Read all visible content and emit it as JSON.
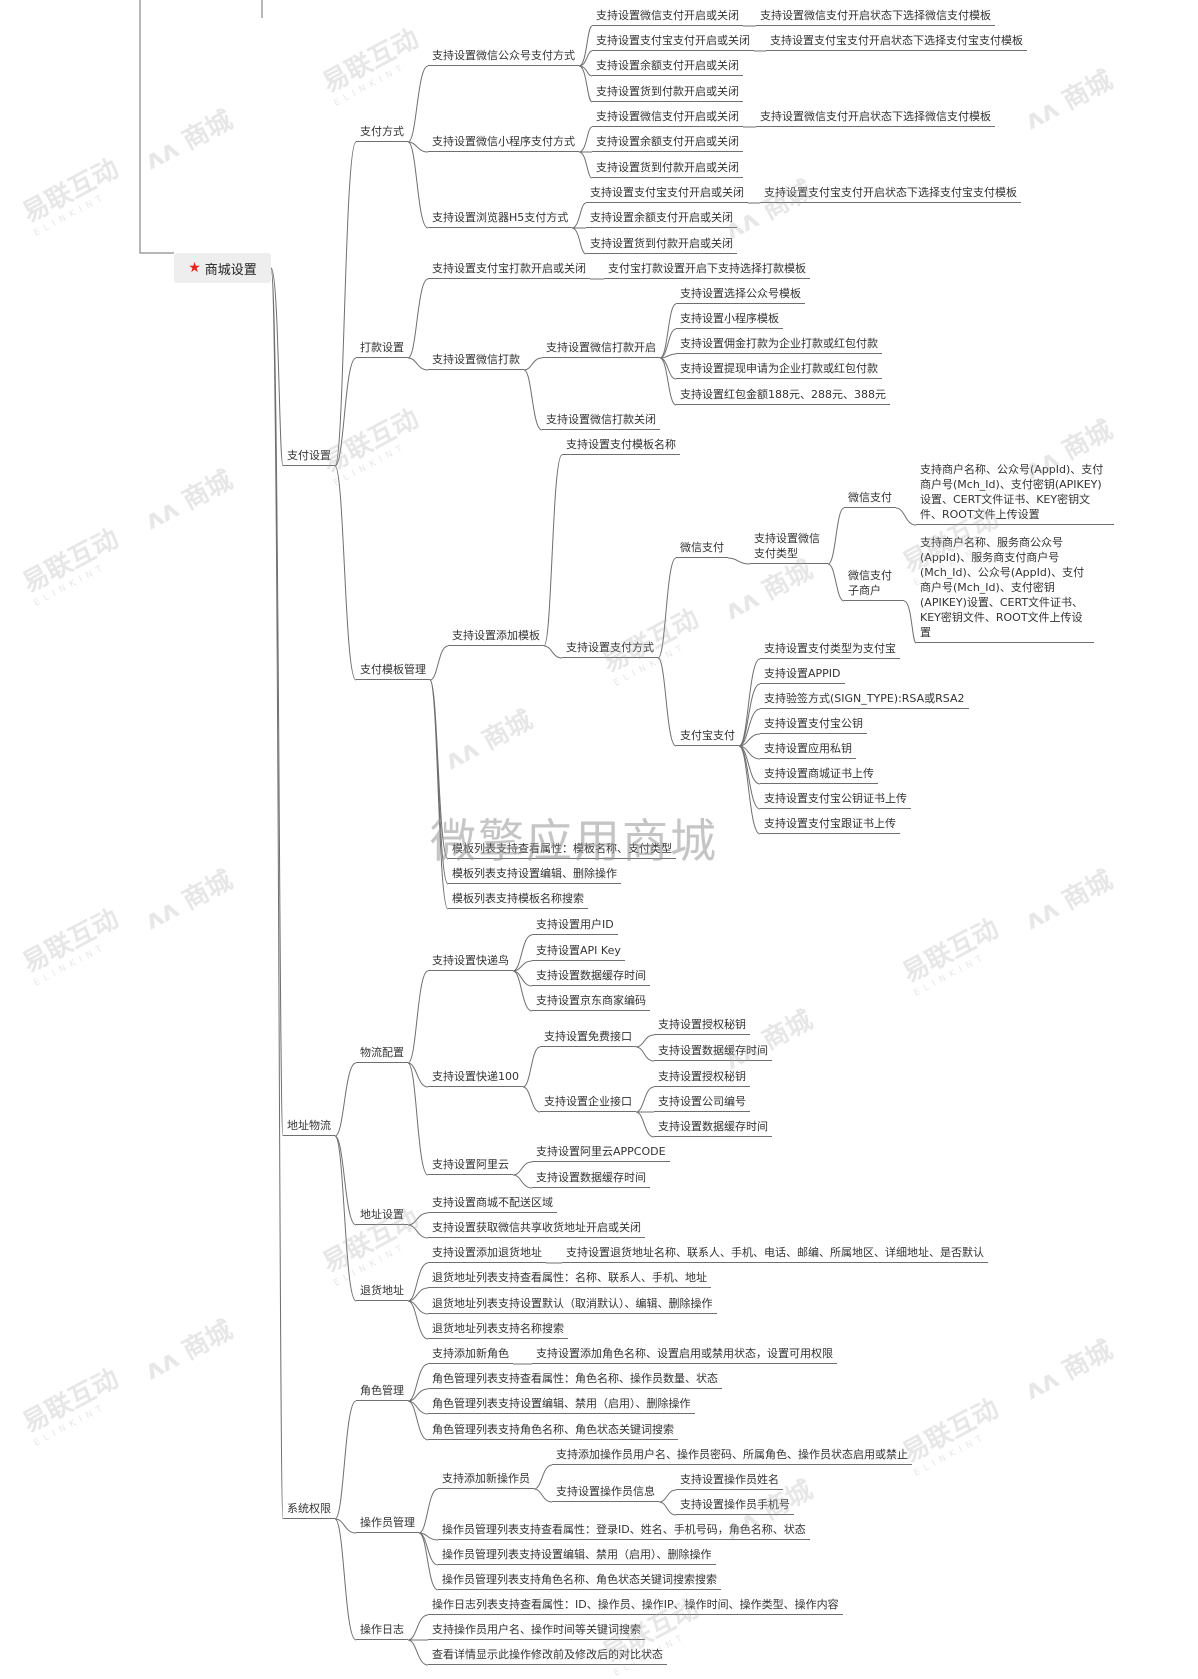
{
  "root": {
    "label": "商城设置",
    "icon": "star-icon"
  },
  "watermark": {
    "title": "微擎应用商城",
    "brand1": "易联互动",
    "brand1_sub": "ELINKINT",
    "brand2": "商城"
  },
  "nodes": {
    "n_pay_settings": "支付设置",
    "n_pay_methods": "支付方式",
    "n_wx_mp": "支持设置微信公众号支付方式",
    "n_wx_mp_wechat": "支持设置微信支付开启或关闭",
    "n_wx_mp_wechat_tpl": "支持设置微信支付开启状态下选择微信支付模板",
    "n_wx_mp_alipay": "支持设置支付宝支付开启或关闭",
    "n_wx_mp_alipay_tpl": "支持设置支付宝支付开启状态下选择支付宝支付模板",
    "n_wx_mp_balance": "支持设置余额支付开启或关闭",
    "n_wx_mp_cod": "支持设置货到付款开启或关闭",
    "n_wx_mini": "支持设置微信小程序支付方式",
    "n_wx_mini_wechat": "支持设置微信支付开启或关闭",
    "n_wx_mini_wechat_tpl": "支持设置微信支付开启状态下选择微信支付模板",
    "n_wx_mini_balance": "支持设置余额支付开启或关闭",
    "n_wx_mini_cod": "支持设置货到付款开启或关闭",
    "n_h5": "支持设置浏览器H5支付方式",
    "n_h5_alipay": "支持设置支付宝支付开启或关闭",
    "n_h5_alipay_tpl": "支持设置支付宝支付开启状态下选择支付宝支付模板",
    "n_h5_balance": "支持设置余额支付开启或关闭",
    "n_h5_cod": "支持设置货到付款开启或关闭",
    "n_payout": "打款设置",
    "n_payout_alipay": "支持设置支付宝打款开启或关闭",
    "n_payout_alipay_tpl": "支付宝打款设置开启下支持选择打款模板",
    "n_payout_wx": "支持设置微信打款",
    "n_payout_wx_on": "支持设置微信打款开启",
    "n_payout_wx_mp_tpl": "支持设置选择公众号模板",
    "n_payout_wx_mini_tpl": "支持设置小程序模板",
    "n_payout_wx_comm": "支持设置佣金打款为企业打款或红包付款",
    "n_payout_wx_withdraw": "支持设置提现申请为企业打款或红包付款",
    "n_payout_wx_redpack": "支持设置红包金额188元、288元、388元",
    "n_payout_wx_off": "支持设置微信打款关闭",
    "n_tpl_mgmt": "支付模板管理",
    "n_tpl_name": "支持设置支付模板名称",
    "n_tpl_add": "支持设置添加模板",
    "n_tpl_method": "支持设置支付方式",
    "n_tpl_wxpay": "微信支付",
    "n_tpl_wx_type": "支持设置微信支付类型",
    "n_tpl_wx_normal": "微信支付",
    "n_tpl_wx_normal_desc": "支持商户名称、公众号(AppId)、支付商户号(Mch_Id)、支付密钥(APIKEY)设置、CERT文件证书、KEY密钥文件、ROOT文件上传设置",
    "n_tpl_wx_sub": "微信支付子商户",
    "n_tpl_wx_sub_desc": "支持商户名称、服务商公众号(AppId)、服务商支付商户号(Mch_Id)、公众号(AppId)、支付商户号(Mch_Id)、支付密钥(APIKEY)设置、CERT文件证书、KEY密钥文件、ROOT文件上传设置",
    "n_tpl_alipay": "支付宝支付",
    "n_tpl_ali_type": "支持设置支付类型为支付宝",
    "n_tpl_ali_appid": "支持设置APPID",
    "n_tpl_ali_sign": "支持验签方式(SIGN_TYPE):RSA或RSA2",
    "n_tpl_ali_pub": "支持设置支付宝公钥",
    "n_tpl_ali_priv": "支持设置应用私钥",
    "n_tpl_ali_cert": "支持设置商城证书上传",
    "n_tpl_ali_pubcert": "支持设置支付宝公钥证书上传",
    "n_tpl_ali_rootcert": "支持设置支付宝跟证书上传",
    "n_tpl_list_view": "模板列表支持查看属性：模板名称、支付类型",
    "n_tpl_list_edit": "模板列表支持设置编辑、删除操作",
    "n_tpl_list_search": "模板列表支持模板名称搜索",
    "n_addr": "地址物流",
    "n_logistics": "物流配置",
    "n_kdn": "支持设置快递鸟",
    "n_kdn_uid": "支持设置用户ID",
    "n_kdn_key": "支持设置API Key",
    "n_kdn_cache": "支持设置数据缓存时间",
    "n_kdn_jd": "支持设置京东商家编码",
    "n_k100": "支持设置快递100",
    "n_k100_free": "支持设置免费接口",
    "n_k100_free_key": "支持设置授权秘钥",
    "n_k100_free_cache": "支持设置数据缓存时间",
    "n_k100_ent": "支持设置企业接口",
    "n_k100_ent_key": "支持设置授权秘钥",
    "n_k100_ent_code": "支持设置公司编号",
    "n_k100_ent_cache": "支持设置数据缓存时间",
    "n_aliyun": "支持设置阿里云",
    "n_aliyun_code": "支持设置阿里云APPCODE",
    "n_aliyun_cache": "支持设置数据缓存时间",
    "n_addr_settings": "地址设置",
    "n_addr_nodelivery": "支持设置商城不配送区域",
    "n_addr_wxshare": "支持设置获取微信共享收货地址开启或关闭",
    "n_return": "退货地址",
    "n_return_add": "支持设置添加退货地址",
    "n_return_add_desc": "支持设置退货地址名称、联系人、手机、电话、邮编、所属地区、详细地址、是否默认",
    "n_return_view": "退货地址列表支持查看属性：名称、联系人、手机、地址",
    "n_return_edit": "退货地址列表支持设置默认（取消默认）、编辑、删除操作",
    "n_return_search": "退货地址列表支持名称搜索",
    "n_sys": "系统权限",
    "n_roles": "角色管理",
    "n_role_add": "支持添加新角色",
    "n_role_add_desc": "支持设置添加角色名称、设置启用或禁用状态，设置可用权限",
    "n_role_view": "角色管理列表支持查看属性：角色名称、操作员数量、状态",
    "n_role_edit": "角色管理列表支持设置编辑、禁用（启用）、删除操作",
    "n_role_search": "角色管理列表支持角色名称、角色状态关键词搜索",
    "n_ops": "操作员管理",
    "n_op_add": "支持添加新操作员",
    "n_op_add_desc": "支持添加操作员用户名、操作员密码、所属角色、操作员状态启用或禁止",
    "n_op_info": "支持设置操作员信息",
    "n_op_name": "支持设置操作员姓名",
    "n_op_phone": "支持设置操作员手机号",
    "n_op_view": "操作员管理列表支持查看属性：登录ID、姓名、手机号码，角色名称、状态",
    "n_op_edit": "操作员管理列表支持设置编辑、禁用（启用）、删除操作",
    "n_op_search": "操作员管理列表支持角色名称、角色状态关键词搜索搜索",
    "n_log": "操作日志",
    "n_log_view": "操作日志列表支持查看属性：ID、操作员、操作IP、操作时间、操作类型、操作内容",
    "n_log_search": "支持操作员用户名、操作时间等关键词搜索",
    "n_log_detail": "查看详情显示此操作修改前及修改后的对比状态"
  }
}
